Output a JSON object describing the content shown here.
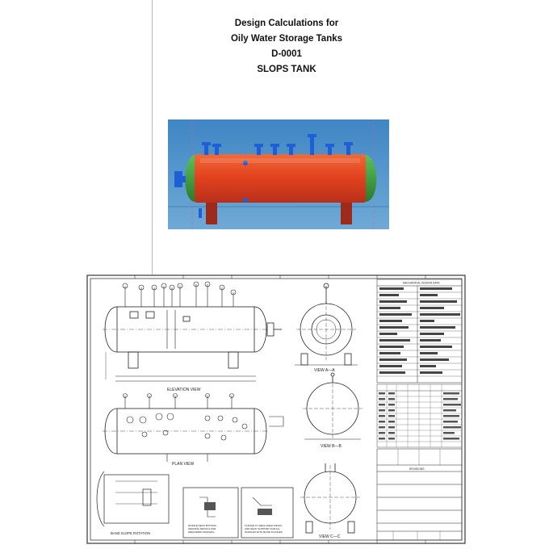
{
  "title": {
    "line1": "Design Calculations for",
    "line2": "Oily Water Storage Tanks",
    "line3": "D-0001",
    "line4": "SLOPS TANK"
  },
  "drawing": {
    "view_labels": {
      "elevation": "ELEVATION VIEW",
      "plan": "PLAN VIEW",
      "view_a": "VIEW A—A",
      "view_b": "VIEW B—B",
      "view_c": "VIEW C—C",
      "band_slope": "BAND SLOPE ROTATION"
    },
    "table_header": "MECHANICAL DESIGN DATA",
    "revisions_label": "REVISIONS"
  },
  "colors": {
    "shell": "#e4431f",
    "heads": "#3a9b3a",
    "nozzles": "#1f5fd6",
    "supports": "#9e2a1b",
    "render_bg": "#4a8cc4"
  }
}
